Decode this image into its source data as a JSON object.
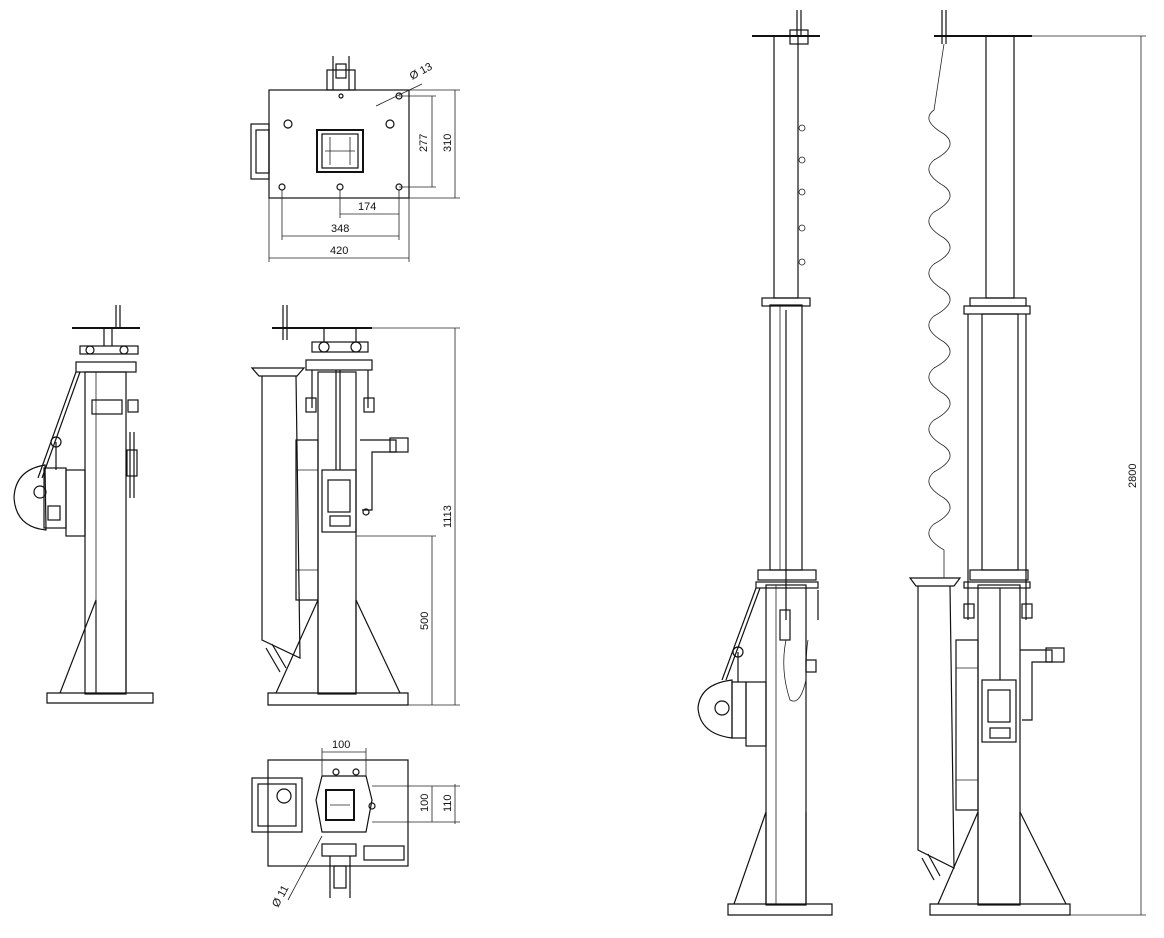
{
  "dimensions": {
    "dia_top": "Ø 13",
    "dim_277": "277",
    "dim_310": "310",
    "dim_174": "174",
    "dim_348": "348",
    "dim_420": "420",
    "dim_1113": "1113",
    "dim_500": "500",
    "dim_100_top": "100",
    "dim_100_side": "100",
    "dim_110": "110",
    "dia_bottom": "Ø 11",
    "dim_2800": "2800"
  },
  "colors": {
    "line": "#111111",
    "background": "#ffffff"
  }
}
